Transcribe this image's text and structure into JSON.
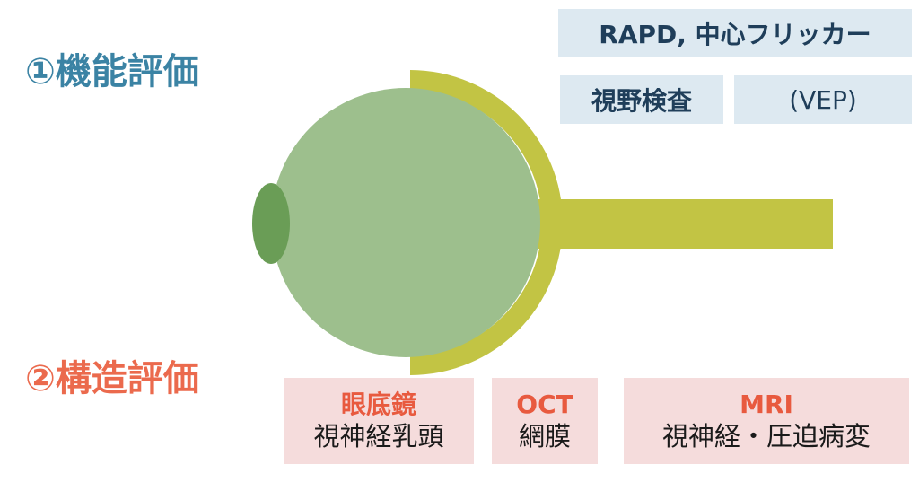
{
  "colors": {
    "function_heading": "#3b83a4",
    "structure_heading": "#eb6a4d",
    "function_box_bg": "#dde9f1",
    "structure_box_bg": "#f5dcdc",
    "structure_box_title": "#e85a3f",
    "eyeball": "#9dbf8d",
    "cornea": "#6a9d56",
    "sclera_nerve": "#c2c444"
  },
  "function": {
    "heading": "①機能評価",
    "boxes": {
      "rapd": "RAPD, 中心フリッカー",
      "visual_field": "視野検査",
      "vep": "(VEP)"
    }
  },
  "structure": {
    "heading": "②構造評価",
    "boxes": {
      "fundus": {
        "title": "眼底鏡",
        "desc": "視神経乳頭"
      },
      "oct": {
        "title": "OCT",
        "desc": "網膜"
      },
      "mri": {
        "title": "MRI",
        "desc": "視神経・圧迫病変"
      }
    }
  }
}
